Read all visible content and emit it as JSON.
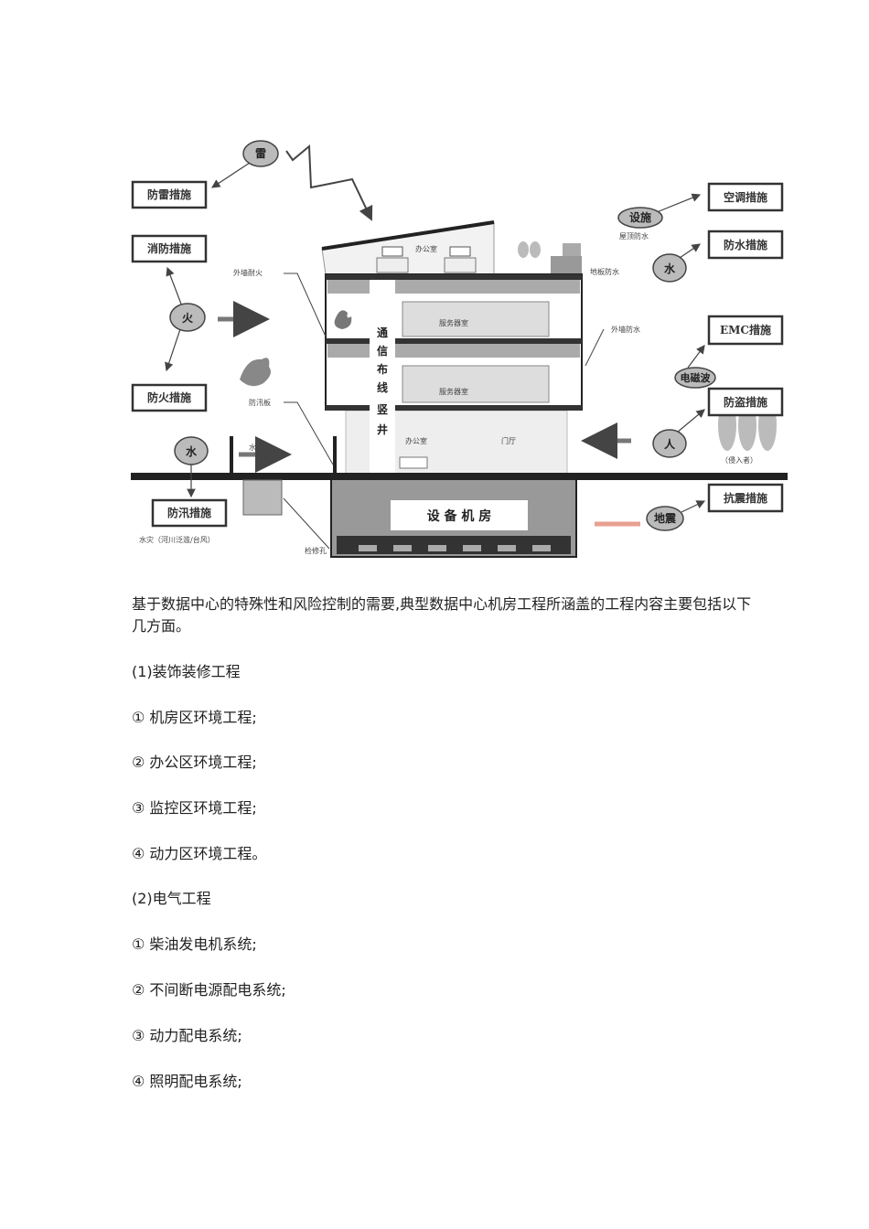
{
  "diagram": {
    "boxes": {
      "lightning": "防雷措施",
      "fire_fighting": "消防措施",
      "fireproof": "防火措施",
      "flood": "防汛措施",
      "aircon": "空调措施",
      "waterproof": "防水措施",
      "emc": "EMC措施",
      "anti_theft": "防盗措施",
      "seismic": "抗震措施"
    },
    "hazards": {
      "thunder": "雷",
      "fire": "火",
      "water_left": "水",
      "facility": "设施",
      "water_right": "水",
      "em_wave": "电磁波",
      "person": "人",
      "earthquake": "地震"
    },
    "labels": {
      "wall_fire": "外墙耐火",
      "roof_water": "屋顶防水",
      "floor_water": "地板防水",
      "wall_water": "外墙防水",
      "flood_board": "防汛板",
      "water_flow": "水",
      "flood_note": "水灾（河川泛滥/台风）",
      "manhole": "检修孔",
      "intruder": "（侵入者）",
      "office_top": "办公室",
      "server_1": "服务器室",
      "server_2": "服务器室",
      "office_ground": "办公室",
      "lobby": "门厅",
      "equipment_room": "设 备 机 房",
      "shaft": [
        "通",
        "信",
        "布",
        "线",
        "竖",
        "井"
      ]
    }
  },
  "body": {
    "intro": "基于数据中心的特殊性和风险控制的需要,典型数据中心机房工程所涵盖的工程内容主要包括以下几方面。",
    "items": [
      "(1)装饰装修工程",
      "① 机房区环境工程;",
      "② 办公区环境工程;",
      "③ 监控区环境工程;",
      "④ 动力区环境工程。",
      "(2)电气工程",
      "① 柴油发电机系统;",
      "② 不间断电源配电系统;",
      "③ 动力配电系统;",
      "④ 照明配电系统;"
    ]
  }
}
